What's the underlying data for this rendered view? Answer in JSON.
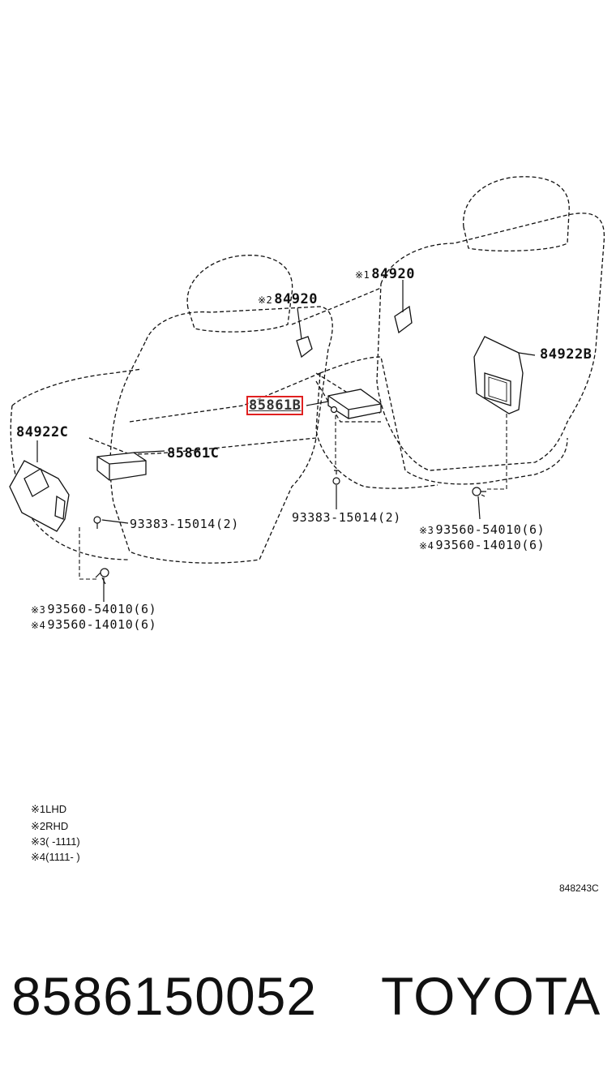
{
  "callouts": {
    "c1": {
      "marker": "※1",
      "text": "84920"
    },
    "c2": {
      "marker": "※2",
      "text": "84920"
    },
    "c3": {
      "text": "84922B"
    },
    "c4": {
      "text": "84922C"
    },
    "c5": {
      "text": "85861C"
    },
    "c6": {
      "text": "85861B"
    },
    "c7": {
      "text": "93383-15014(2)"
    },
    "c8": {
      "text": "93383-15014(2)"
    },
    "c9": {
      "marker": "※3",
      "text": "93560-54010(6)"
    },
    "c10": {
      "marker": "※4",
      "text": "93560-14010(6)"
    },
    "c11": {
      "marker": "※3",
      "text": "93560-54010(6)"
    },
    "c12": {
      "marker": "※4",
      "text": "93560-14010(6)"
    }
  },
  "legend": [
    "※1LHD",
    "※2RHD",
    "※3(      -1111)",
    "※4(1111-      )"
  ],
  "diagram_code": "848243C",
  "footer": {
    "part_number": "8586150052",
    "brand": "TOYOTA"
  },
  "colors": {
    "highlight": "#e02020",
    "line": "#111111"
  }
}
